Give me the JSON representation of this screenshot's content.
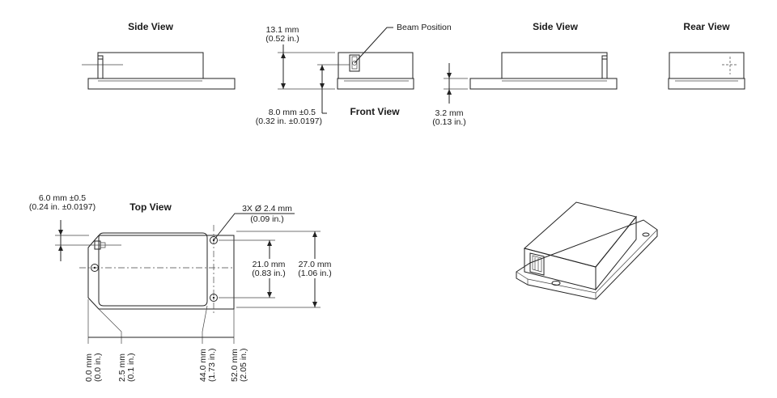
{
  "views": {
    "side_left": "Side View",
    "front": "Front View",
    "side_right": "Side View",
    "rear": "Rear View",
    "top": "Top View"
  },
  "front_dims": {
    "height_mm": "13.1 mm",
    "height_in": "(0.52 in.)",
    "beam_label": "Beam Position",
    "beam_height_mm": "8.0 mm ±0.5",
    "beam_height_in": "(0.32 in. ±0.0197)"
  },
  "side_dims": {
    "base_mm": "3.2 mm",
    "base_in": "(0.13 in.)"
  },
  "top_dims": {
    "offset_mm": "6.0 mm ±0.5",
    "offset_in": "(0.24 in. ±0.0197)",
    "hole_mm": "3X Ø 2.4 mm",
    "hole_in": "(0.09 in.)",
    "spacing_mm": "21.0 mm",
    "spacing_in": "(0.83 in.)",
    "width_mm": "27.0 mm",
    "width_in": "(1.06 in.)",
    "x0_mm": "0.0 mm",
    "x0_in": "(0.0 in.)",
    "x1_mm": "2.5 mm",
    "x1_in": "(0.1 in.)",
    "x2_mm": "44.0 mm",
    "x2_in": "(1.73 in.)",
    "x3_mm": "52.0 mm",
    "x3_in": "(2.05 in.)"
  }
}
